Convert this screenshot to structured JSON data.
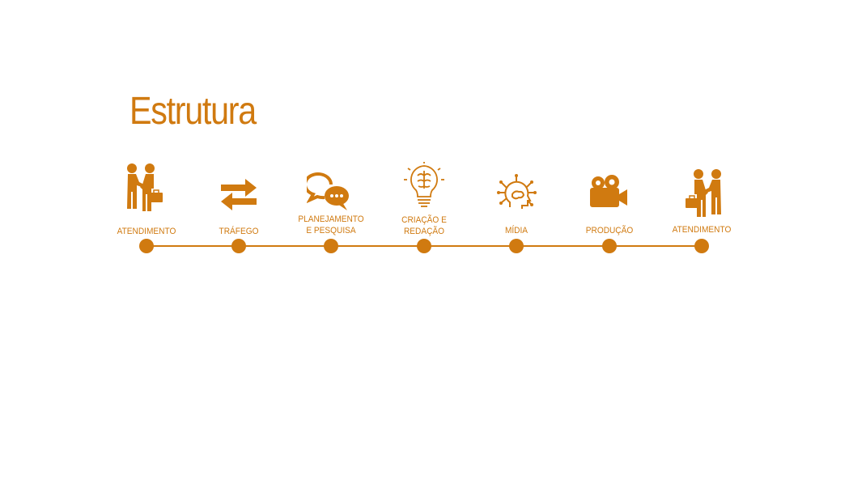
{
  "title": "Estrutura",
  "accent_color": "#D07A10",
  "steps": [
    {
      "label_1": "ATENDIMENTO",
      "label_2": "",
      "icon": "handshake-icon"
    },
    {
      "label_1": "TRÁFEGO",
      "label_2": "",
      "icon": "swap-arrows-icon"
    },
    {
      "label_1": "PLANEJAMENTO",
      "label_2": "E PESQUISA",
      "icon": "chat-bubbles-icon"
    },
    {
      "label_1": "CRIAÇÃO E",
      "label_2": "REDAÇÃO",
      "icon": "lightbulb-brain-icon"
    },
    {
      "label_1": "MÍDIA",
      "label_2": "",
      "icon": "ai-head-icon"
    },
    {
      "label_1": "PRODUÇÃO",
      "label_2": "",
      "icon": "video-camera-icon"
    },
    {
      "label_1": "ATENDIMENTO",
      "label_2": "",
      "icon": "handshake-icon"
    }
  ]
}
